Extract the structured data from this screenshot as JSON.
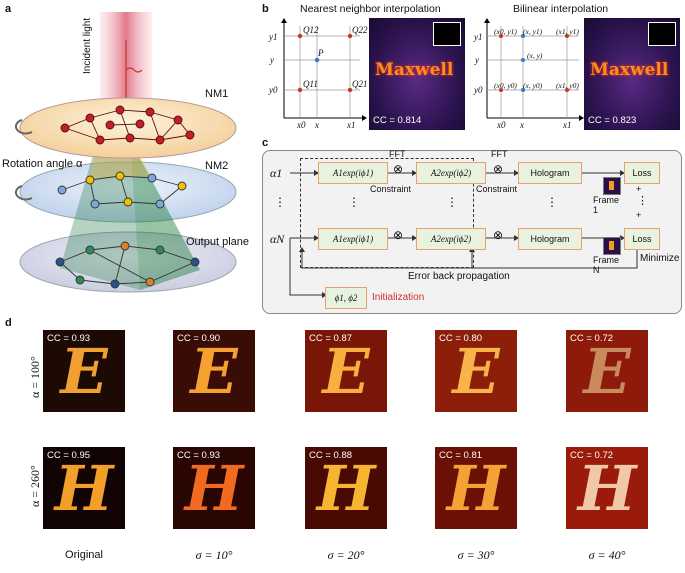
{
  "panels": {
    "a": "a",
    "b": "b",
    "c": "c",
    "d": "d"
  },
  "panel_a": {
    "incident_light": "Incident light",
    "nm1": "NM1",
    "nm2": "NM2",
    "rotation_angle": "Rotation angle α",
    "output_plane": "Output plane"
  },
  "panel_b": {
    "nearest_title": "Nearest neighbor interpolation",
    "bilinear_title": "Bilinear interpolation",
    "maxwell_text": "Maxwell",
    "cc_nearest": "CC = 0.814",
    "cc_bilinear": "CC = 0.823",
    "nn_labels": {
      "y1": "y1",
      "y": "y",
      "y0": "y0",
      "x0": "x0",
      "x": "x",
      "x1": "x1",
      "q12": "Q12",
      "q22": "Q22",
      "q11": "Q11",
      "q21": "Q21",
      "p": "P"
    },
    "bl_labels": {
      "y1": "y1",
      "y": "y",
      "y0": "y0",
      "x0": "x0",
      "x": "x",
      "x1": "x1",
      "x0y1": "(x0, y1)",
      "xy1": "(x, y1)",
      "x1y1": "(x1, y1)",
      "xy": "(x, y)",
      "x0y0": "(x0, y0)",
      "xy0": "(x, y0)",
      "x1y0": "(x1, y0)"
    }
  },
  "panel_c": {
    "alpha1": "α1",
    "alphaN": "αN",
    "a1_top": "A1exp(iϕ1)",
    "a2_top": "A2exp(iϕ2)",
    "a1_bot": "A1exp(iϕ1)",
    "a2_bot": "A2exp(iϕ2)",
    "fft1": "FFT",
    "fft2": "FFT",
    "otimes": "⊗",
    "constraint1": "Constraint",
    "constraint2": "Constraint",
    "hologram_top": "Hologram",
    "hologram_bot": "Hologram",
    "loss_top": "Loss",
    "loss_bot": "Loss",
    "frame1": "Frame\n1",
    "frameN": "Frame\nN",
    "plus": "+",
    "dots": "⋮",
    "minimize": "Minimize",
    "error_backprop": "Error back propagation",
    "phi_box": "ϕ1, ϕ2",
    "initialization": "Initialization"
  },
  "panel_d": {
    "row_labels": [
      "α = 100°",
      "α = 260°"
    ],
    "col_labels": [
      "Original",
      "σ = 10°",
      "σ = 20°",
      "σ = 30°",
      "σ = 40°"
    ],
    "row1": {
      "letter": "E",
      "cc": [
        "CC = 0.93",
        "CC = 0.90",
        "CC = 0.87",
        "CC = 0.80",
        "CC = 0.72"
      ]
    },
    "row2": {
      "letter": "H",
      "cc": [
        "CC = 0.95",
        "CC = 0.93",
        "CC = 0.88",
        "CC = 0.81",
        "CC = 0.72"
      ]
    }
  },
  "colors": {
    "accent_red": "#c0392b",
    "box_fill": "#e8f3df",
    "box_border": "#e8a070",
    "init_text": "#d03030"
  }
}
